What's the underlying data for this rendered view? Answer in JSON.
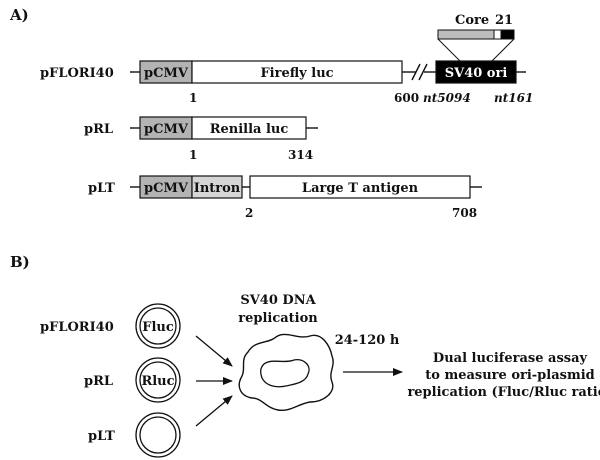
{
  "panel_a": {
    "label": "A)",
    "constructs": [
      {
        "name": "pFLORI40",
        "promoter": "pCMV",
        "gene": "Firefly luc",
        "start": "1",
        "end": "600",
        "ori": "SV40 ori",
        "nt_left": "nt5094",
        "nt_right": "nt161",
        "core_label": "Core",
        "bp21_label": "21"
      },
      {
        "name": "pRL",
        "promoter": "pCMV",
        "gene": "Renilla luc",
        "start": "1",
        "end": "314"
      },
      {
        "name": "pLT",
        "promoter": "pCMV",
        "intron": "Intron",
        "gene": "Large T antigen",
        "start": "2",
        "end": "708"
      }
    ]
  },
  "panel_b": {
    "label": "B)",
    "plasmids": [
      {
        "name": "pFLORI40",
        "inner": "Fluc"
      },
      {
        "name": "pRL",
        "inner": "Rluc"
      },
      {
        "name": "pLT",
        "inner": ""
      }
    ],
    "replication_line1": "SV40 DNA",
    "replication_line2": "replication",
    "time": "24-120 h",
    "assay_line1": "Dual luciferase assay",
    "assay_line2": "to measure ori-plasmid",
    "assay_line3": "replication (Fluc/Rluc ratio)"
  },
  "colors": {
    "promoter_fill": "#b3b3b3",
    "intron_fill": "#d6d6d6",
    "ori_fill": "#000000",
    "core_fill": "#bdbdbd",
    "line": "#111111"
  }
}
